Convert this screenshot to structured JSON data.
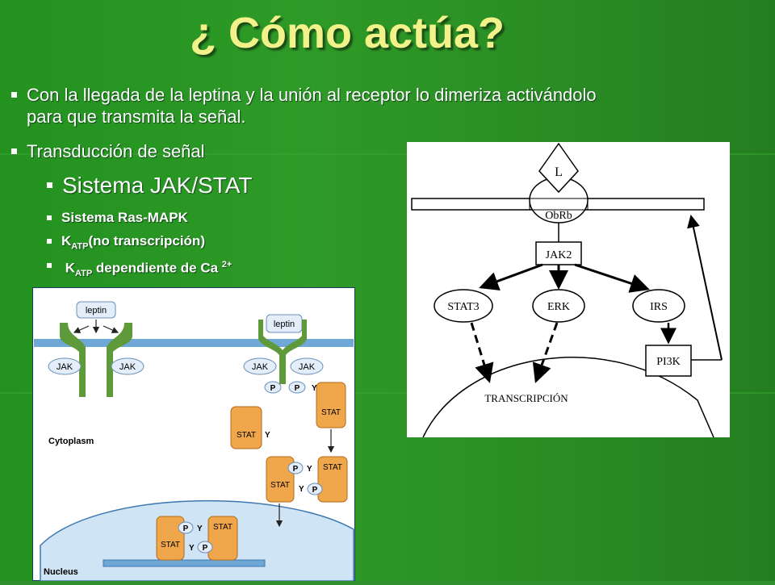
{
  "slide": {
    "title": "¿ Cómo actúa?",
    "bullets": {
      "b1_line1": "Con la llegada de la leptina y la unión al receptor lo dimeriza activándolo",
      "b1_line2": "para que transmita la señal.",
      "b2": "Transducción de señal",
      "b3": "Sistema JAK/STAT",
      "b4": "Sistema Ras-MAPK",
      "b5_pre": "K",
      "b5_sub": "ATP",
      "b5_post": "(no transcripción)",
      "b6_pre": "K",
      "b6_sub": "ATP",
      "b6_mid": " dependiente de Ca ",
      "b6_sup": "2+"
    }
  },
  "pathway": {
    "ligand": "L",
    "receptor": "ObRb",
    "kinase": "JAK2",
    "stat3": "STAT3",
    "erk": "ERK",
    "irs": "IRS",
    "pi3k": "PI3K",
    "transcription": "TRANSCRIPCIÓN"
  },
  "jakstat": {
    "leptin": "leptin",
    "jak": "JAK",
    "stat": "STAT",
    "p": "P",
    "y": "Y",
    "cytoplasm": "Cytoplasm",
    "nucleus": "Nucleus"
  },
  "colors": {
    "background": "#2a8d24",
    "title": "#f2f28a",
    "receptor": "#5e9a3a",
    "stat": "#f0a64a",
    "membrane": "#6fa8d6"
  }
}
